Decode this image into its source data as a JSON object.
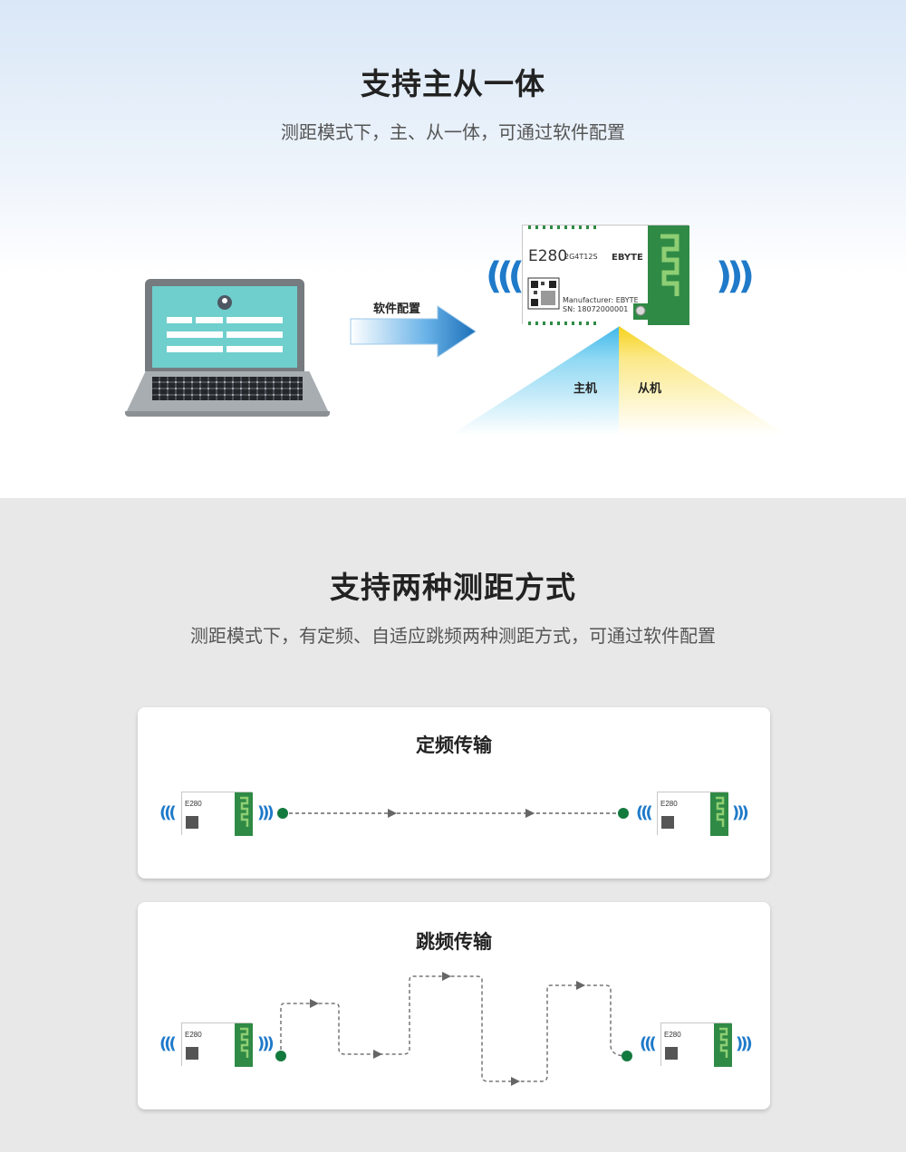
{
  "section1": {
    "title": "支持主从一体",
    "subtitle": "测距模式下，主、从一体，可通过软件配置",
    "arrow_label": "软件配置",
    "host_label": "主机",
    "slave_label": "从机",
    "module": {
      "model": "E280",
      "model_suffix": "2G4T12S",
      "brand": "EBYTE",
      "manufacturer": "Manufacturer: EBYTE",
      "sn": "SN: 18072000001"
    }
  },
  "section2": {
    "title": "支持两种测距方式",
    "subtitle": "测距模式下，有定频、自适应跳频两种测距方式，可通过软件配置",
    "card_fixed_title": "定频传输",
    "card_hop_title": "跳频传输"
  },
  "colors": {
    "module_green": "#2f8a45",
    "wave_blue": "#1f7ac9",
    "node_green": "#137a3e",
    "arrow_blue": "#1b6fb8",
    "host_beam": "#40b8ea",
    "slave_beam": "#f6d21c"
  },
  "icons": [
    "laptop-icon",
    "user-avatar-icon",
    "arrow-right-icon",
    "wifi-signal-icon",
    "qr-code-icon"
  ]
}
